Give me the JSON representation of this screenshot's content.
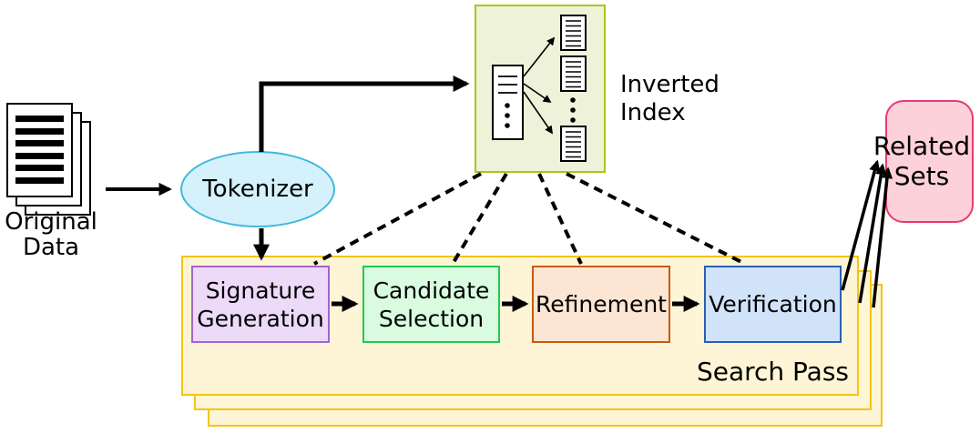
{
  "title": "Similarity search pipeline diagram",
  "original_data": {
    "label": "Original Data",
    "icon": "document-stack-icon"
  },
  "tokenizer": {
    "label": "Tokenizer"
  },
  "inverted_index": {
    "label": "Inverted Index",
    "icons": [
      "posting-list-icon",
      "document-icon",
      "document-icon",
      "ellipsis-dots-icon",
      "document-icon"
    ]
  },
  "search_pass": {
    "label": "Search Pass",
    "stacked_copies": 3,
    "stages": [
      {
        "label": "Signature Generation"
      },
      {
        "label": "Candidate Selection"
      },
      {
        "label": "Refinement"
      },
      {
        "label": "Verification"
      }
    ]
  },
  "related_sets": {
    "label": "Related Sets"
  },
  "colors": {
    "search_pass_fill": "#fdf5d5",
    "search_pass_border": "#f3c512",
    "inverted_index_fill": "#eef2d9",
    "inverted_index_border": "#a6c814",
    "tokenizer_fill": "#d5f1fb",
    "tokenizer_border": "#41b9dc",
    "signature_fill": "#ecdaf8",
    "signature_border": "#a264cf",
    "candidate_fill": "#d9fbe0",
    "candidate_border": "#1ecb4e",
    "refinement_fill": "#fde5d3",
    "refinement_border": "#c85912",
    "verification_fill": "#d0e3f8",
    "verification_border": "#2a5fb8",
    "related_fill": "#fcd1d9",
    "related_border": "#e73a72",
    "arrow": "#000000"
  }
}
